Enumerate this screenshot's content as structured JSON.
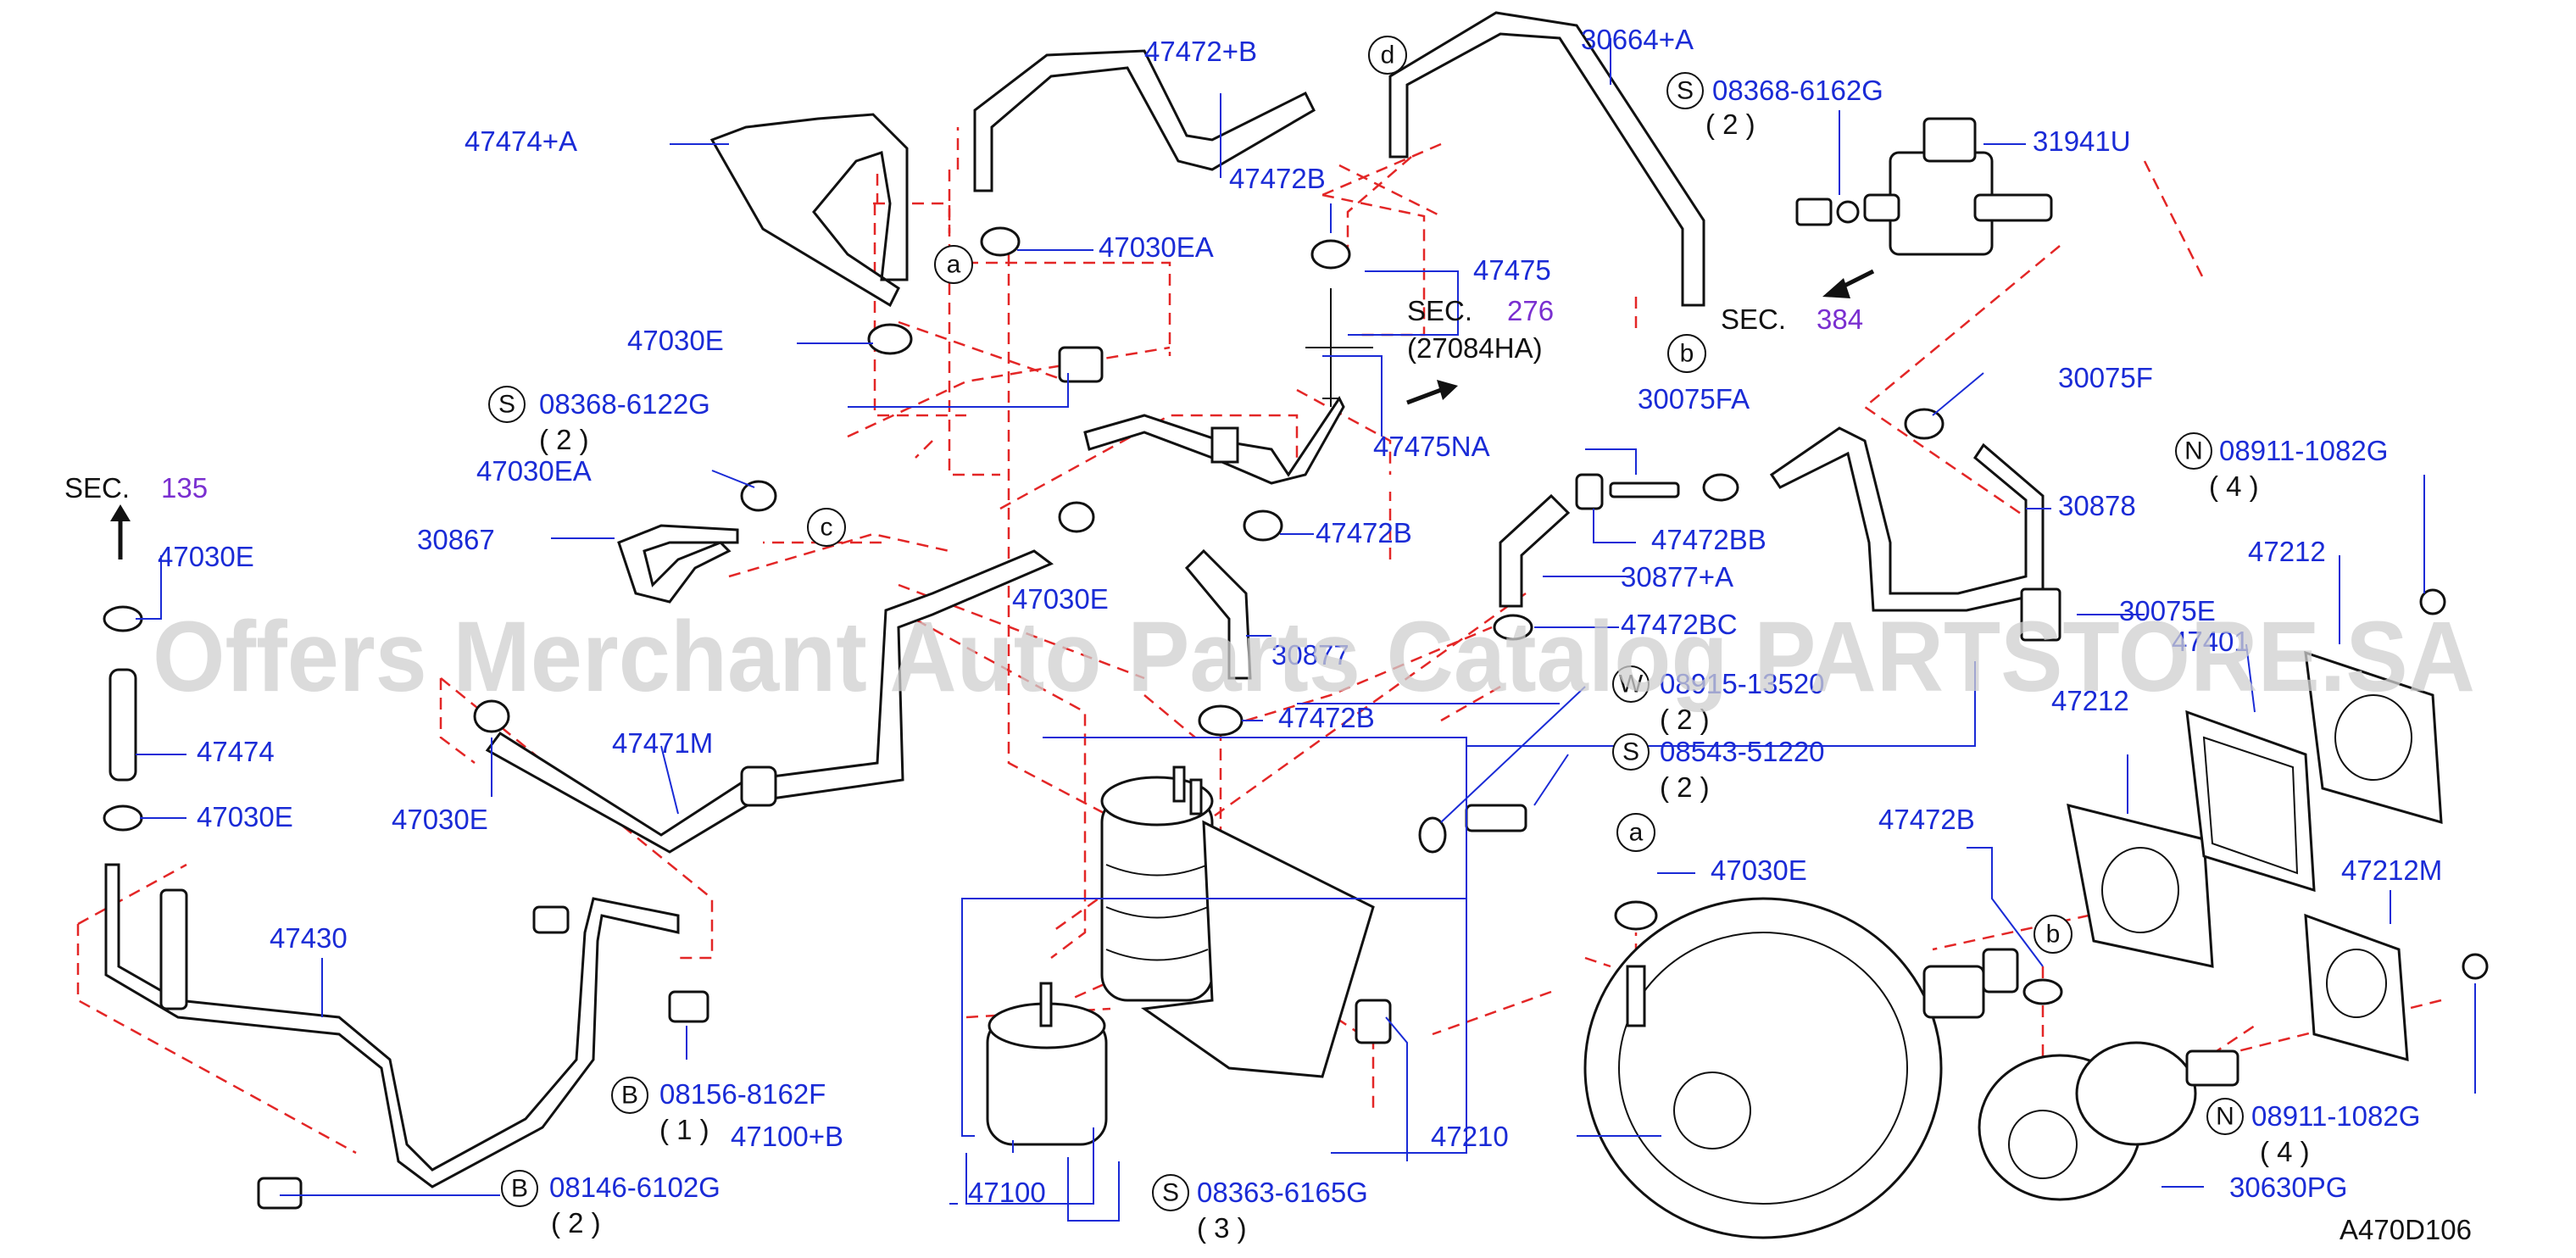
{
  "watermark": "Offers Merchant Auto Parts Catalog PARTSTORE.SA",
  "diagram_code": "A470D106",
  "colors": {
    "label": "#1a2bd6",
    "section_ref": "#7a2fd0",
    "dashed_lines": "#e32626",
    "watermark": "#cfcfcf"
  },
  "sections": {
    "sec135": {
      "prefix": "SEC.",
      "num": "135"
    },
    "sec276": {
      "prefix": "SEC.",
      "num": "276",
      "sub": "(27084HA)"
    },
    "sec384": {
      "prefix": "SEC.",
      "num": "384"
    }
  },
  "connectors": {
    "a": "a",
    "b": "b",
    "c": "c",
    "d": "d"
  },
  "prefixes": {
    "S": "S",
    "B": "B",
    "N": "N",
    "W": "W"
  },
  "parts": {
    "p47474A": "47474+A",
    "p47472B_plus": "47472+B",
    "p30664A": "30664+A",
    "p08368_6162G": "08368-6162G",
    "q2a": "( 2 )",
    "p31941U": "31941U",
    "p47030EA_top": "47030EA",
    "p47472B_1": "47472B",
    "p47475": "47475",
    "p47030E_1": "47030E",
    "p08368_6122G": "08368-6122G",
    "q2b": "( 2 )",
    "p47030EA_2": "47030EA",
    "p30867": "30867",
    "p47475NA": "47475NA",
    "p30075FA": "30075FA",
    "p30075F": "30075F",
    "p47472B_2": "47472B",
    "p47472BB": "47472BB",
    "p30878": "30878",
    "p08911_1082G_a": "08911-1082G",
    "q4a": "( 4 )",
    "p47030E_2": "47030E",
    "p47030E_3": "47030E",
    "p30877A": "30877+A",
    "p30075E": "30075E",
    "p47212_1": "47212",
    "p47472BC": "47472BC",
    "p30877": "30877",
    "p08915_13520": "08915-13520",
    "q2c": "( 2 )",
    "p47401": "47401",
    "p47474": "47474",
    "p47471M": "47471M",
    "p47472B_3": "47472B",
    "p47212_2": "47212",
    "p08543_51220": "08543-51220",
    "q2d": "( 2 )",
    "p47030E_4": "47030E",
    "p47030E_5": "47030E",
    "p47472B_4": "47472B",
    "p47030E_6": "47030E",
    "p47212M": "47212M",
    "p47430": "47430",
    "p08156_8162F": "08156-8162F",
    "q1": "( 1 )",
    "p47100B": "47100+B",
    "p47210": "47210",
    "p08911_1082G_b": "08911-1082G",
    "q4b": "( 4 )",
    "p08146_6102G": "08146-6102G",
    "q2e": "( 2 )",
    "p47100": "47100",
    "p08363_6165G": "08363-6165G",
    "q3": "( 3 )",
    "p30630PG": "30630PG"
  }
}
